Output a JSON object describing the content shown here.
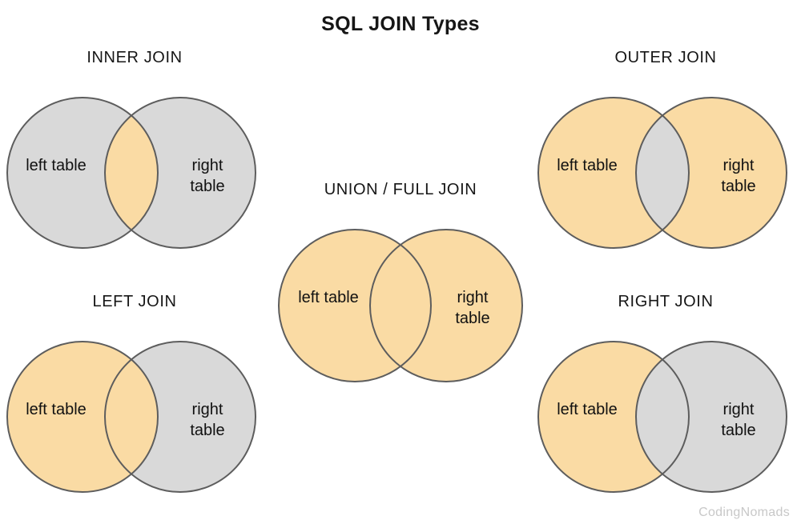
{
  "page": {
    "title": "SQL JOIN Types",
    "watermark": "CodingNomads"
  },
  "colors": {
    "background": "#ffffff",
    "orange_fill": "#fadba4",
    "gray_fill": "#d9d9d9",
    "circle_stroke": "#5d5d5d",
    "heading_text": "#161616",
    "label_text": "#111111",
    "watermark_text": "#c8c8c8"
  },
  "diagrams": [
    {
      "id": "inner-join",
      "title": "INNER JOIN",
      "left_label": "left table",
      "right_label": "right table",
      "region_colors": {
        "left_circle": "#d9d9d9",
        "right_circle": "#d9d9d9",
        "overlap": "#fadba4"
      }
    },
    {
      "id": "outer-join",
      "title": "OUTER JOIN",
      "left_label": "left table",
      "right_label": "right table",
      "region_colors": {
        "left_circle": "#fadba4",
        "right_circle": "#fadba4",
        "overlap": "#d9d9d9"
      }
    },
    {
      "id": "union-full-join",
      "title": "UNION / FULL JOIN",
      "left_label": "left table",
      "right_label": "right table",
      "region_colors": {
        "left_circle": "#fadba4",
        "right_circle": "#fadba4",
        "overlap": "#fadba4"
      }
    },
    {
      "id": "left-join",
      "title": "LEFT JOIN",
      "left_label": "left table",
      "right_label": "right table",
      "region_colors": {
        "left_circle": "#fadba4",
        "right_circle": "#d9d9d9",
        "overlap": "#fadba4"
      }
    },
    {
      "id": "right-join",
      "title": "RIGHT JOIN",
      "left_label": "left table",
      "right_label": "right table",
      "region_colors": {
        "left_circle": "#fadba4",
        "right_circle": "#d9d9d9",
        "overlap": "#d9d9d9"
      }
    }
  ]
}
